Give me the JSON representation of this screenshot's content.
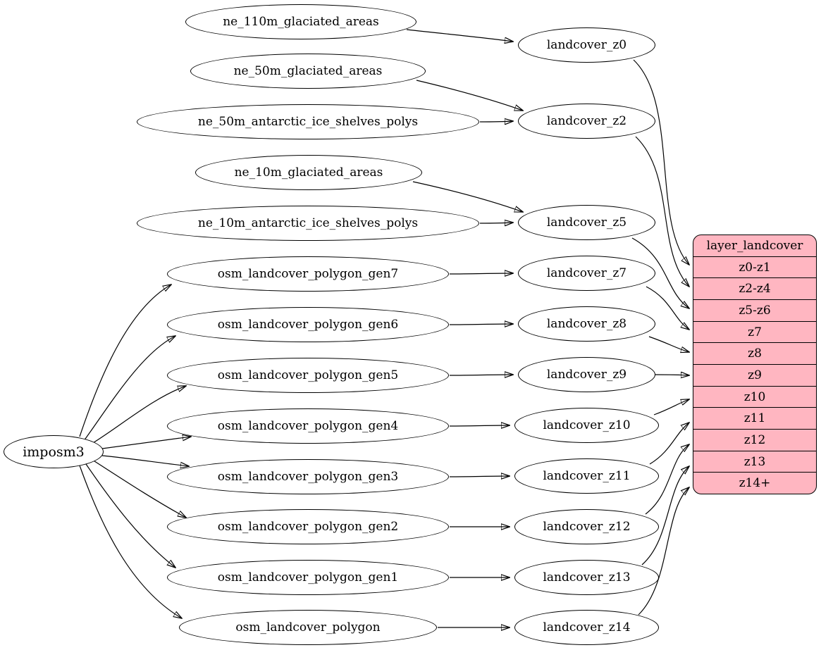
{
  "diagram": {
    "type": "graphviz-dependency-diagram",
    "background": "#ffffff",
    "colors": {
      "edge": "#000000",
      "node_fill": "#ffffff",
      "node_stroke": "#000000",
      "record_fill": "#ffb6c1",
      "text": "#000000"
    }
  },
  "imposm3": {
    "label": "imposm3"
  },
  "sources": [
    "ne_110m_glaciated_areas",
    "ne_50m_glaciated_areas",
    "ne_50m_antarctic_ice_shelves_polys",
    "ne_10m_glaciated_areas",
    "ne_10m_antarctic_ice_shelves_polys",
    "osm_landcover_polygon_gen7",
    "osm_landcover_polygon_gen6",
    "osm_landcover_polygon_gen5",
    "osm_landcover_polygon_gen4",
    "osm_landcover_polygon_gen3",
    "osm_landcover_polygon_gen2",
    "osm_landcover_polygon_gen1",
    "osm_landcover_polygon"
  ],
  "layers": [
    "landcover_z0",
    "landcover_z2",
    "landcover_z5",
    "landcover_z7",
    "landcover_z8",
    "landcover_z9",
    "landcover_z10",
    "landcover_z11",
    "landcover_z12",
    "landcover_z13",
    "landcover_z14"
  ],
  "table": {
    "title": "layer_landcover",
    "rows": [
      "z0-z1",
      "z2-z4",
      "z5-z6",
      "z7",
      "z8",
      "z9",
      "z10",
      "z11",
      "z12",
      "z13",
      "z14+"
    ]
  },
  "edges": [
    {
      "from": "imposm3",
      "to": "osm_landcover_polygon_gen7"
    },
    {
      "from": "imposm3",
      "to": "osm_landcover_polygon_gen6"
    },
    {
      "from": "imposm3",
      "to": "osm_landcover_polygon_gen5"
    },
    {
      "from": "imposm3",
      "to": "osm_landcover_polygon_gen4"
    },
    {
      "from": "imposm3",
      "to": "osm_landcover_polygon_gen3"
    },
    {
      "from": "imposm3",
      "to": "osm_landcover_polygon_gen2"
    },
    {
      "from": "imposm3",
      "to": "osm_landcover_polygon_gen1"
    },
    {
      "from": "imposm3",
      "to": "osm_landcover_polygon"
    },
    {
      "from": "ne_110m_glaciated_areas",
      "to": "landcover_z0"
    },
    {
      "from": "ne_50m_glaciated_areas",
      "to": "landcover_z2"
    },
    {
      "from": "ne_50m_antarctic_ice_shelves_polys",
      "to": "landcover_z2"
    },
    {
      "from": "ne_10m_glaciated_areas",
      "to": "landcover_z5"
    },
    {
      "from": "ne_10m_antarctic_ice_shelves_polys",
      "to": "landcover_z5"
    },
    {
      "from": "osm_landcover_polygon_gen7",
      "to": "landcover_z7"
    },
    {
      "from": "osm_landcover_polygon_gen6",
      "to": "landcover_z8"
    },
    {
      "from": "osm_landcover_polygon_gen5",
      "to": "landcover_z9"
    },
    {
      "from": "osm_landcover_polygon_gen4",
      "to": "landcover_z10"
    },
    {
      "from": "osm_landcover_polygon_gen3",
      "to": "landcover_z11"
    },
    {
      "from": "osm_landcover_polygon_gen2",
      "to": "landcover_z12"
    },
    {
      "from": "osm_landcover_polygon_gen1",
      "to": "landcover_z13"
    },
    {
      "from": "osm_landcover_polygon",
      "to": "landcover_z14"
    },
    {
      "from": "landcover_z0",
      "to": "layer_landcover.z0-z1"
    },
    {
      "from": "landcover_z2",
      "to": "layer_landcover.z2-z4"
    },
    {
      "from": "landcover_z5",
      "to": "layer_landcover.z5-z6"
    },
    {
      "from": "landcover_z7",
      "to": "layer_landcover.z7"
    },
    {
      "from": "landcover_z8",
      "to": "layer_landcover.z8"
    },
    {
      "from": "landcover_z9",
      "to": "layer_landcover.z9"
    },
    {
      "from": "landcover_z10",
      "to": "layer_landcover.z10"
    },
    {
      "from": "landcover_z11",
      "to": "layer_landcover.z11"
    },
    {
      "from": "landcover_z12",
      "to": "layer_landcover.z12"
    },
    {
      "from": "landcover_z13",
      "to": "layer_landcover.z13"
    },
    {
      "from": "landcover_z14",
      "to": "layer_landcover.z14+"
    }
  ]
}
